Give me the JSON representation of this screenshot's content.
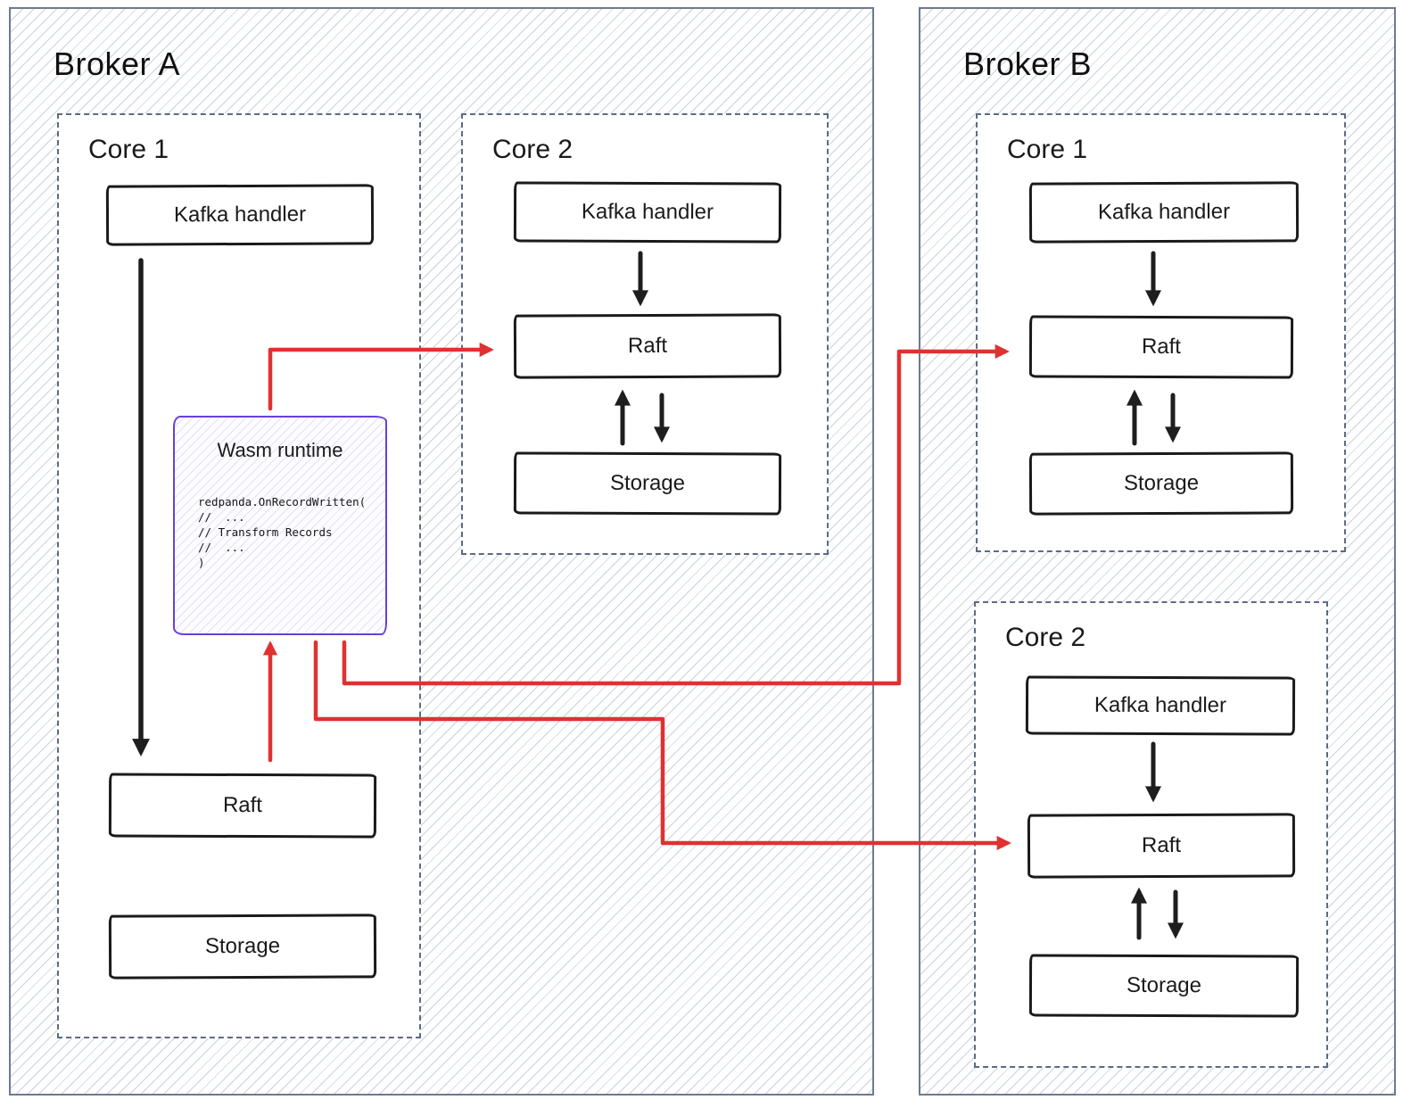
{
  "brokers": [
    {
      "title": "Broker A",
      "cores": [
        {
          "label": "Core 1",
          "nodes": [
            {
              "label": "Kafka handler"
            },
            {
              "label": "Raft"
            },
            {
              "label": "Storage"
            }
          ],
          "wasm": {
            "title": "Wasm runtime",
            "code": [
              "redpanda.OnRecordWritten(",
              "//  ...",
              "// Transform Records",
              "//  ...",
              ")"
            ]
          }
        },
        {
          "label": "Core 2",
          "nodes": [
            {
              "label": "Kafka handler"
            },
            {
              "label": "Raft"
            },
            {
              "label": "Storage"
            }
          ]
        }
      ]
    },
    {
      "title": "Broker B",
      "cores": [
        {
          "label": "Core 1",
          "nodes": [
            {
              "label": "Kafka handler"
            },
            {
              "label": "Raft"
            },
            {
              "label": "Storage"
            }
          ]
        },
        {
          "label": "Core 2",
          "nodes": [
            {
              "label": "Kafka handler"
            },
            {
              "label": "Raft"
            },
            {
              "label": "Storage"
            }
          ]
        }
      ]
    }
  ],
  "colors": {
    "red_arrow": "#e03131",
    "purple_border": "#6741d9",
    "black_ink": "#1e1e1e",
    "broker_border": "#6d7a8f",
    "core_border": "#5d6b80",
    "hatch_line": "#c9d1dc"
  }
}
